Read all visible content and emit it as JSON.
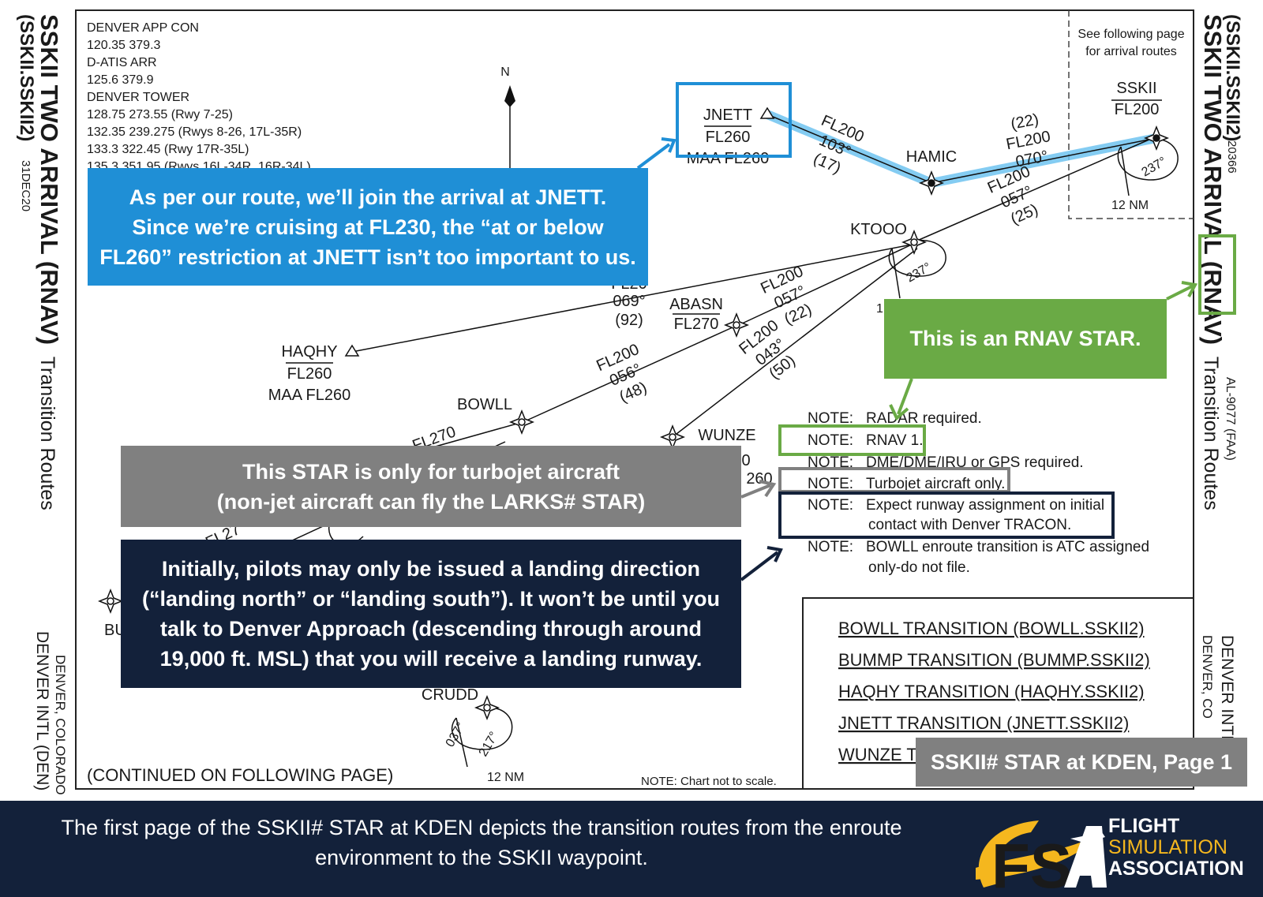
{
  "chart": {
    "frequencies": [
      "DENVER APP CON",
      "120.35  379.3",
      "D-ATIS ARR",
      "125.6  379.9",
      "DENVER TOWER",
      "128.75  273.55 (Rwy 7-25)",
      "132.35  239.275 (Rwys 8-26, 17L-35R)",
      "133.3  322.45 (Rwy 17R-35L)",
      "135.3  351.95 (Rwys 16L-34R, 16R-34L)"
    ],
    "left_margin": {
      "title": "SSKII TWO ARRIVAL",
      "rnav": "(RNAV)",
      "subtitle": "Transition Routes",
      "code": "(SSKII.SSKII2)",
      "date": "31DEC20",
      "airport_line1": "DENVER, COLORADO",
      "airport_line2": "DENVER INTL (DEN)"
    },
    "right_margin": {
      "code": "(SSKII.SSKII2)",
      "number": "20366",
      "title": "SSKII TWO ARRIVAL",
      "rnav": "(RNAV)",
      "subtitle": "Transition Routes",
      "al": "AL-9077 (FAA)",
      "airport_line1": "DENVER INTL",
      "airport_line2": "DENVER, CO"
    },
    "north_label": "N",
    "see_following": [
      "See following page",
      "for arrival routes"
    ],
    "fixes": {
      "jnett": {
        "name": "JNETT",
        "alt": "FL260",
        "maa": "MAA FL260"
      },
      "hamic": {
        "name": "HAMIC"
      },
      "sskii": {
        "name": "SSKII",
        "alt": "FL200"
      },
      "ktooo": {
        "name": "KTOOO"
      },
      "abasn": {
        "name": "ABASN",
        "alt": "FL270"
      },
      "haqhy": {
        "name": "HAQHY",
        "alt": "FL260",
        "maa": "MAA FL260"
      },
      "bowll": {
        "name": "BOWLL"
      },
      "wunze": {
        "name": "WUNZE"
      },
      "bummp": {
        "name": "BUM"
      },
      "crudd": {
        "name": "CRUDD"
      }
    },
    "legs": {
      "jnett_hamic": {
        "alt": "FL200",
        "course": "103°",
        "dist": "(17)"
      },
      "hamic_sskii": {
        "dist": "(22)",
        "alt": "FL200",
        "course": "070°"
      },
      "ktooo_sskii": {
        "alt": "FL200",
        "course": "057°",
        "dist": "(25)"
      },
      "haqhy_ktooo": {
        "alt": "FL20",
        "course": "069°",
        "dist": "(92)"
      },
      "abasn_ktooo": {
        "alt": "FL200",
        "course": "057°",
        "dist": "(22)"
      },
      "bowll_abasn": {
        "alt": "FL200",
        "course": "056°",
        "dist": "(48)"
      },
      "wunze_ktooo": {
        "alt": "FL200",
        "course": "043°",
        "dist": "(50)"
      }
    },
    "holds": {
      "sskii": {
        "inbound": "237°",
        "dist": "12 NM"
      },
      "ktooo": {
        "inbound": "237°",
        "dist": "1"
      },
      "crudd": {
        "outbound": "037°",
        "inbound": "217°",
        "dist": "12 NM"
      }
    },
    "partial_labels": {
      "bowll_west": "FL270",
      "wunze_right": "0",
      "wunze_fl": "260",
      "bummp_west": "FL27"
    },
    "notes": [
      {
        "label": "NOTE:",
        "text": "RADAR required."
      },
      {
        "label": "NOTE:",
        "text": "RNAV 1."
      },
      {
        "label": "NOTE:",
        "text": "DME/DME/IRU or GPS required."
      },
      {
        "label": "NOTE:",
        "text": "Turbojet aircraft only."
      },
      {
        "label": "NOTE:",
        "text": "Expect runway assignment on initial",
        "text2": "contact with Denver TRACON."
      },
      {
        "label": "NOTE:",
        "text": "BOWLL enroute transition is ATC assigned",
        "text2": "only-do not file."
      }
    ],
    "transitions": [
      "BOWLL TRANSITION (BOWLL.SSKII2)",
      "BUMMP TRANSITION (BUMMP.SSKII2)",
      "HAQHY TRANSITION (HAQHY.SSKII2)",
      "JNETT TRANSITION (JNETT.SSKII2)",
      "WUNZE T"
    ],
    "continued": "(CONTINUED ON FOLLOWING PAGE)",
    "not_to_scale": "NOTE:  Chart not to scale."
  },
  "callouts": {
    "blue": [
      "As per our route, we’ll join the arrival at JNETT.",
      "Since we’re cruising at FL230, the “at or below",
      "FL260” restriction at JNETT isn’t too important to us."
    ],
    "green": [
      "This is an RNAV STAR."
    ],
    "gray": [
      "This STAR is only for turbojet aircraft",
      "(non-jet aircraft can fly the LARKS# STAR)"
    ],
    "navy": [
      "Initially, pilots may only be issued a landing direction",
      "(“landing north” or “landing south”). It won’t be until you",
      "talk to Denver Approach (descending through around",
      "19,000 ft. MSL) that you will receive a landing runway."
    ]
  },
  "page_tag": "SSKII# STAR at KDEN, Page 1",
  "caption": [
    "The first page of the SSKII# STAR at KDEN depicts the transition routes from the enroute",
    "environment to the SSKII waypoint."
  ],
  "logo": {
    "line1": "FLIGHT",
    "line2": "SIMULATION",
    "line3": "ASSOCIATION"
  },
  "colors": {
    "blue": "#1f8fd6",
    "green": "#6aaa45",
    "gray": "#808080",
    "navy": "#13213a",
    "gold": "#f5b71e",
    "route_highlight": "#6ec3f0"
  }
}
